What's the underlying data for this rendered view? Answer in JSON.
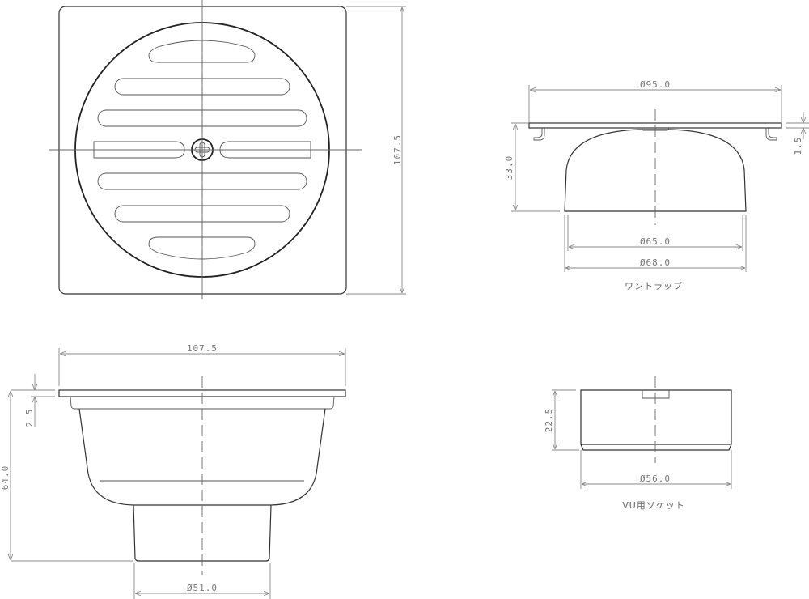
{
  "drawing": {
    "top_view": {
      "dim_height": "107.5"
    },
    "trap_view": {
      "dim_top_dia": "Ø95.0",
      "dim_height": "33.0",
      "dim_flange": "1.5",
      "dim_inner_dia": "Ø65.0",
      "dim_outer_dia": "Ø68.0",
      "caption": "ワントラップ"
    },
    "body_view": {
      "dim_width": "107.5",
      "dim_flange": "2.5",
      "dim_height": "64.0",
      "dim_outlet_dia": "Ø51.0"
    },
    "socket_view": {
      "dim_height": "22.5",
      "dim_dia": "Ø56.0",
      "caption": "VU用ソケット"
    }
  }
}
